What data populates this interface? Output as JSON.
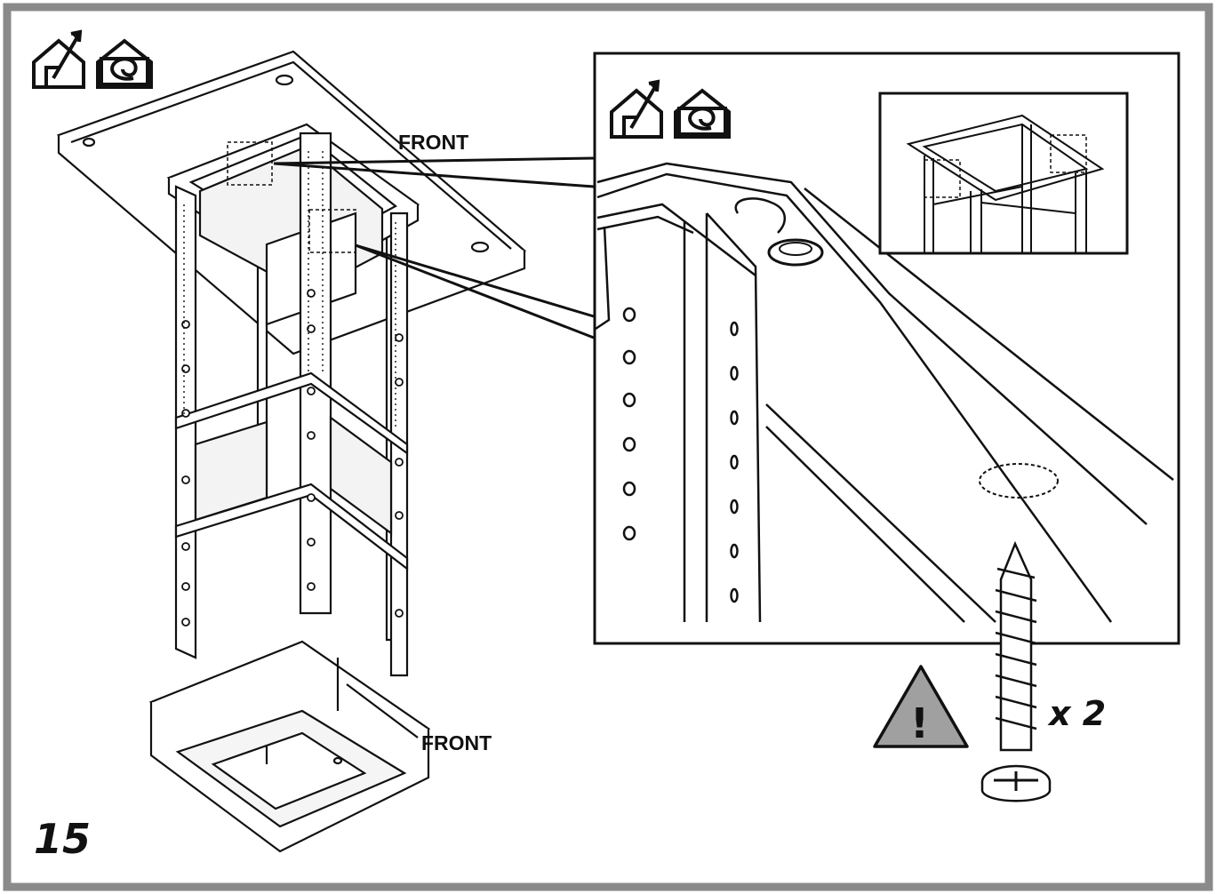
{
  "labels": {
    "front_top": "FRONT",
    "front_bottom": "FRONT",
    "step_number": "15",
    "screw_quantity": "x 2",
    "warning_mark": "!"
  },
  "icons": {
    "ducted_mode": "house-exhaust-arrow-icon",
    "recirculation_mode": "house-recirculation-icon",
    "warning": "warning-triangle-icon",
    "screw": "wood-screw-icon"
  },
  "colors": {
    "frame_border": "#8a8a8a",
    "line": "#111111",
    "warning_fill": "#a0a0a0"
  }
}
